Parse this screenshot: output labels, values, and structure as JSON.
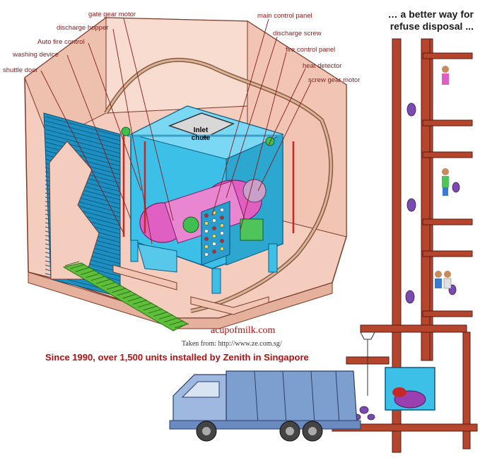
{
  "heading": {
    "line1": "… a better way for",
    "line2": "refuse disposal ..."
  },
  "labels": {
    "gate_gear_motor": "gate gear motor",
    "discharge_hopper": "discharge hopper",
    "auto_fire_control": "Auto fire control",
    "washing_device": "washing device",
    "shuttle_door": "shuttle door",
    "main_control_panel": "main control panel",
    "discharge_screw": "discharge screw",
    "fire_control_panel": "fire control panel",
    "heat_detector": "heat detector",
    "screw_gear_motor": "screw gear motor",
    "inlet_chute_line1": "Inlet",
    "inlet_chute_line2": "chute"
  },
  "credits": {
    "site": "acupofmilk.com",
    "source": "Taken from: http://www.ze.com.sg/",
    "caption": "Since 1990, over 1,500 units installed by Zenith in Singapore"
  },
  "colors": {
    "room_wall": "#f4cdbf",
    "machine": "#3cc0e8",
    "shutter": "#1d8fc0",
    "chute_brick": "#b5452d",
    "floor_grate": "#5fbf3a",
    "truck": "#7d9fd0",
    "label_text": "#8b1a1a",
    "caption_text": "#b01010"
  }
}
